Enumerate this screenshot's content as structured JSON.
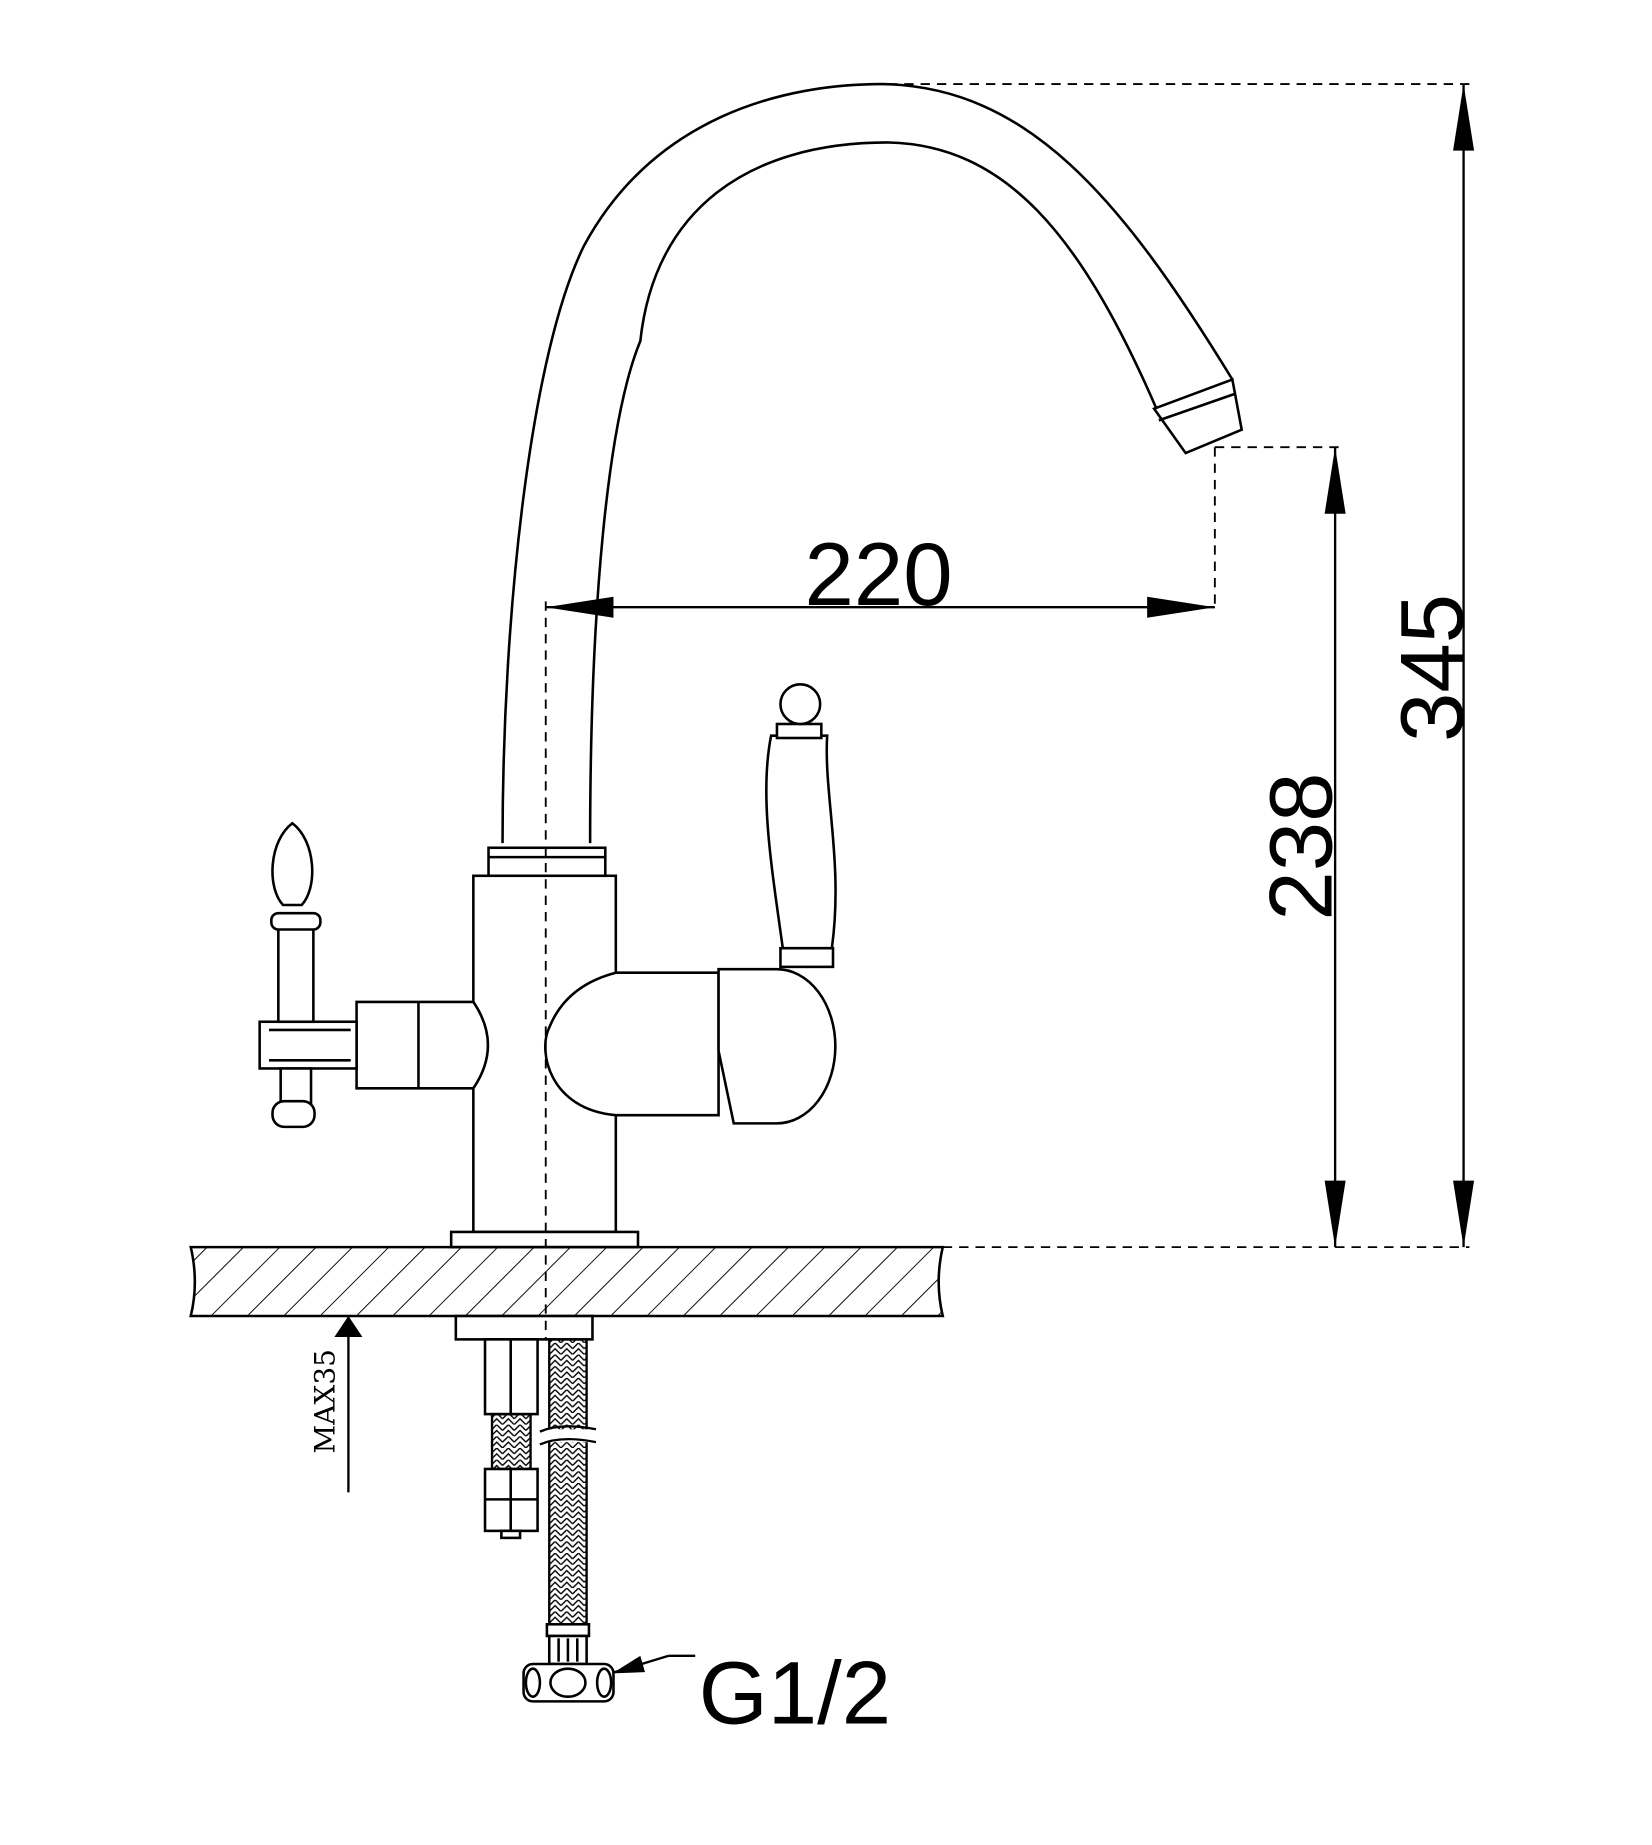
{
  "drawing": {
    "title": "Kitchen faucet dimension drawing",
    "dimensions": {
      "spout_reach": "220",
      "spout_height": "238",
      "total_height": "345",
      "max_counter_thickness": "MAX35",
      "connection_thread": "G1/2"
    }
  }
}
